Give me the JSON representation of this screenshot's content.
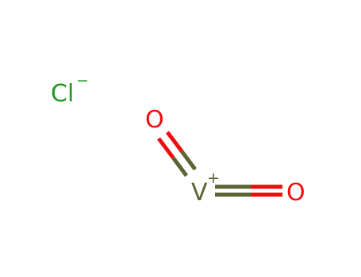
{
  "molecule": {
    "atoms": [
      {
        "id": "cl",
        "symbol": "Cl",
        "charge": "−",
        "color": "#1f9a1f"
      },
      {
        "id": "v",
        "symbol": "V",
        "charge": "+",
        "color": "#5d6333"
      },
      {
        "id": "o1",
        "symbol": "O",
        "charge": "",
        "color": "#ee0d0d"
      },
      {
        "id": "o2",
        "symbol": "O",
        "charge": "",
        "color": "#ee0d0d"
      }
    ],
    "bonds": [
      {
        "from": "v",
        "to": "o1",
        "order": 2
      },
      {
        "from": "v",
        "to": "o2",
        "order": 2
      }
    ],
    "colors": {
      "vanadium": "#5d6333",
      "oxygen": "#ee0d0d",
      "chlorine": "#1f9a1f",
      "background": "#ffffff"
    }
  }
}
